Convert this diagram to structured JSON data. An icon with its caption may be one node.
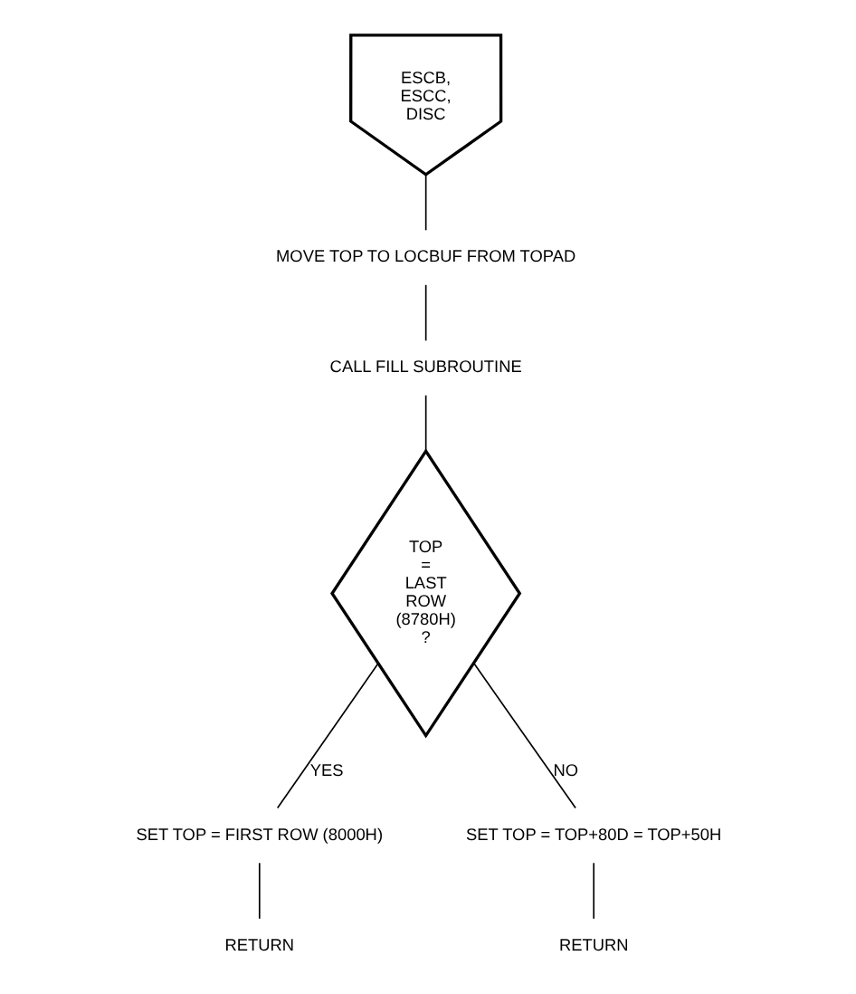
{
  "diagram": {
    "nodes": [
      {
        "text": [
          "ESCB, ESCC, DISC"
        ]
      },
      {
        "text": [
          "MOVE TOP TO LOCBUF FROM TOPAD"
        ]
      },
      {
        "text": [
          "CALL FILL SUBROUTINE"
        ]
      },
      {
        "text": [
          "TOP = LAST ROW (8780H) ?"
        ]
      },
      {
        "text": [
          "SET TOP = FIRST ROW (8000H)"
        ]
      },
      {
        "text": [
          "RETURN"
        ]
      },
      {
        "text": [
          "SET TOP = TOP+80D = TOP+50H"
        ]
      },
      {
        "text": [
          "RETURN"
        ]
      }
    ],
    "edges": [
      {
        "from": 0,
        "to": 1,
        "arrow": "none"
      },
      {
        "from": 1,
        "to": 2,
        "arrow": "none"
      },
      {
        "from": 2,
        "to": 3,
        "arrow": "none"
      },
      {
        "from": 3,
        "to": 4,
        "arrow": "none",
        "label": "YES"
      },
      {
        "from": 4,
        "to": 5,
        "arrow": "none"
      },
      {
        "from": 3,
        "to": 6,
        "arrow": "none",
        "label": "NO"
      },
      {
        "from": 6,
        "to": 7,
        "arrow": "none"
      }
    ]
  }
}
